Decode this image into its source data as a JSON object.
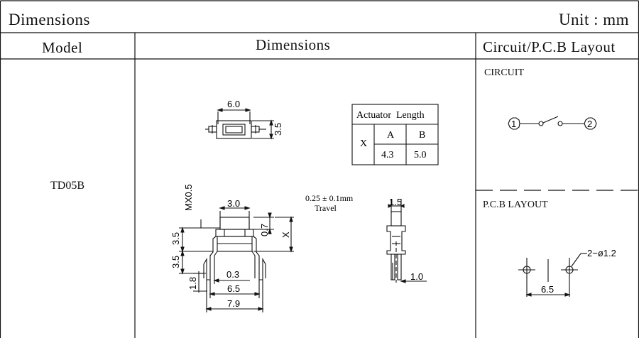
{
  "header": {
    "title": "Dimensions",
    "unit": "Unit : mm"
  },
  "columns": {
    "model": "Model",
    "dimensions": "Dimensions",
    "layout": "Circuit/P.C.B Layout"
  },
  "row": {
    "model": "TD05B"
  },
  "top_view": {
    "width": "6.0",
    "height": "3.5"
  },
  "actuator_table": {
    "title": "Actuator  Length",
    "row_label": "X",
    "col_a": "A",
    "col_b": "B",
    "val_a": "4.3",
    "val_b": "5.0"
  },
  "side_view": {
    "thread": "MX0.5",
    "actuator_width": "3.0",
    "travel_height": "0.7",
    "x_label": "X",
    "upper_height": "3.5",
    "lower_height": "3.5",
    "leg_height": "1.8",
    "inner_gap": "0.3",
    "pin_span": "6.5",
    "overall_width": "7.9"
  },
  "travel": {
    "value": "0.25 ± 0.1mm",
    "label": "Travel"
  },
  "end_view": {
    "top_width": "1.5",
    "pin_thickness": "1.0"
  },
  "circuit": {
    "label": "CIRCUIT",
    "pin1": "1",
    "pin2": "2"
  },
  "pcb": {
    "label": "P.C.B LAYOUT",
    "hole_spec": "2−ø1.2",
    "spacing": "6.5"
  }
}
